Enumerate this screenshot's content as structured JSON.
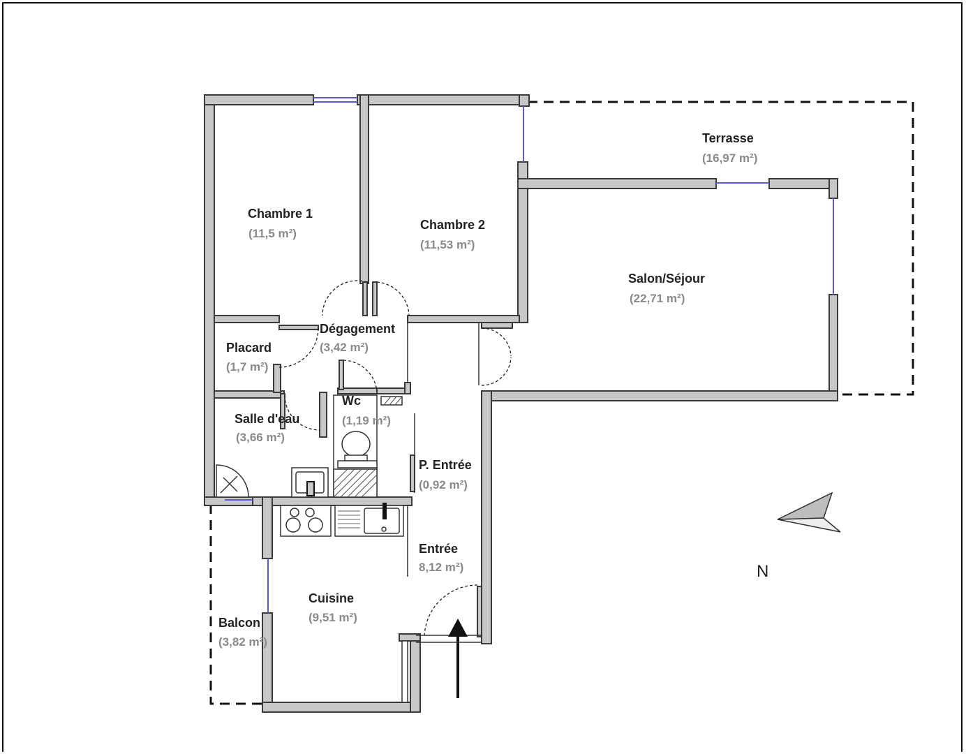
{
  "plan": {
    "rooms": [
      {
        "id": "chambre1",
        "name": "Chambre 1",
        "area": "(11,5 m²)"
      },
      {
        "id": "chambre2",
        "name": "Chambre 2",
        "area": "(11,53 m²)"
      },
      {
        "id": "terrasse",
        "name": "Terrasse",
        "area": "(16,97 m²)"
      },
      {
        "id": "salon",
        "name": "Salon/Séjour",
        "area": "(22,71 m²)"
      },
      {
        "id": "degagement",
        "name": "Dégagement",
        "area": "(3,42 m²)"
      },
      {
        "id": "placard",
        "name": "Placard",
        "area": "(1,7 m²)"
      },
      {
        "id": "salle-eau",
        "name": "Salle d'eau",
        "area": "(3,66 m²)"
      },
      {
        "id": "wc",
        "name": "Wc",
        "area": "(1,19 m²)"
      },
      {
        "id": "p-entree",
        "name": "P. Entrée",
        "area": "(0,92 m²)"
      },
      {
        "id": "entree",
        "name": "Entrée",
        "area": "8,12 m²)"
      },
      {
        "id": "cuisine",
        "name": "Cuisine",
        "area": "(9,51 m²)"
      },
      {
        "id": "balcon",
        "name": "Balcon",
        "area": "(3,82 m²)"
      }
    ],
    "north_label": "N"
  }
}
